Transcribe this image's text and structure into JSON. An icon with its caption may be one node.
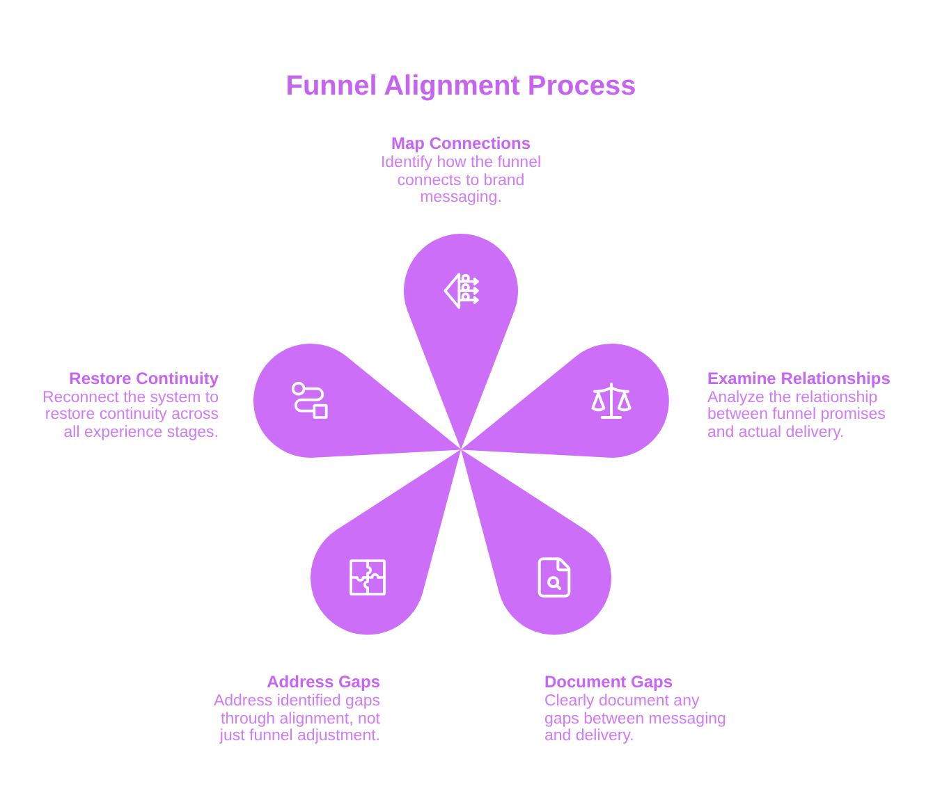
{
  "diagram": {
    "title": "Funnel Alignment Process",
    "nodes": [
      {
        "text": [
          "Map Connections",
          "Identify how the funnel connects to brand messaging."
        ]
      },
      {
        "text": [
          "Restore Continuity",
          "Reconnect the system to restore continuity across all experience stages."
        ]
      },
      {
        "text": [
          "Examine Relationships",
          "Analyze the relationship between funnel promises and actual delivery."
        ]
      },
      {
        "text": [
          "Address Gaps",
          "Address identified gaps through alignment, not just funnel adjustment."
        ]
      },
      {
        "text": [
          "Document Gaps",
          "Clearly document any gaps between messaging and delivery."
        ]
      }
    ]
  }
}
